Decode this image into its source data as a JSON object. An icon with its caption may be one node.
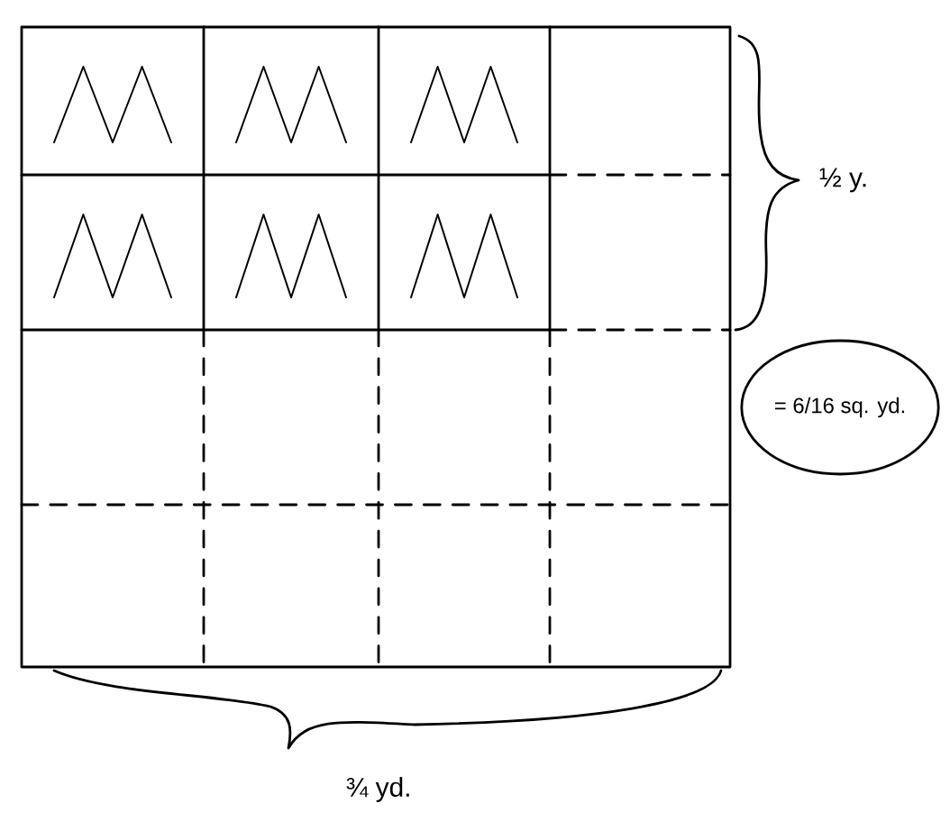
{
  "diagram": {
    "nodes": [
      {
        "text": [
          "= 6/16 sq. yd."
        ]
      }
    ],
    "labels": [
      "½ y.",
      "¾ yd."
    ]
  }
}
